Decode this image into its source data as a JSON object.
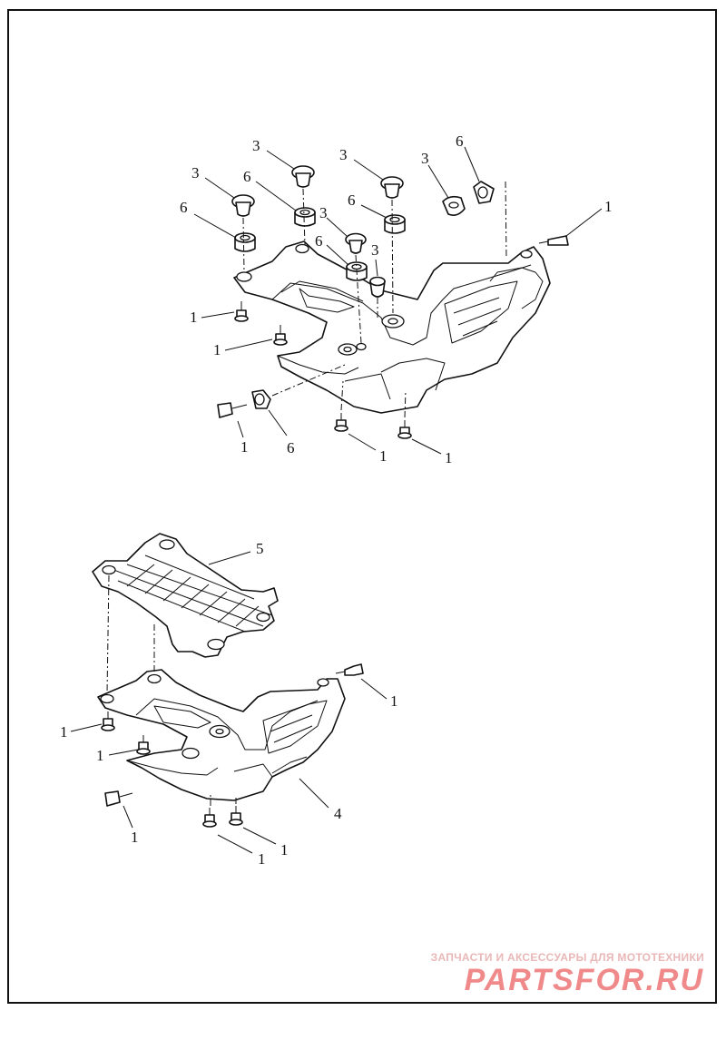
{
  "callouts": {
    "top": [
      {
        "id": "t1",
        "label": "3"
      },
      {
        "id": "t2",
        "label": "3"
      },
      {
        "id": "t3",
        "label": "3"
      },
      {
        "id": "t4",
        "label": "3"
      },
      {
        "id": "t5",
        "label": "3"
      },
      {
        "id": "t6",
        "label": "3"
      },
      {
        "id": "t7",
        "label": "6"
      },
      {
        "id": "t8",
        "label": "6"
      },
      {
        "id": "t9",
        "label": "6"
      },
      {
        "id": "t10",
        "label": "6"
      },
      {
        "id": "t11",
        "label": "6"
      },
      {
        "id": "t12",
        "label": "6"
      },
      {
        "id": "t13",
        "label": "1"
      },
      {
        "id": "t14",
        "label": "1"
      },
      {
        "id": "t15",
        "label": "1"
      },
      {
        "id": "t16",
        "label": "1"
      },
      {
        "id": "t17",
        "label": "1"
      },
      {
        "id": "t18",
        "label": "1"
      }
    ],
    "bottom": [
      {
        "id": "b1",
        "label": "5"
      },
      {
        "id": "b2",
        "label": "1"
      },
      {
        "id": "b3",
        "label": "1"
      },
      {
        "id": "b4",
        "label": "1"
      },
      {
        "id": "b5",
        "label": "1"
      },
      {
        "id": "b6",
        "label": "4"
      },
      {
        "id": "b7",
        "label": "1"
      },
      {
        "id": "b8",
        "label": "1"
      }
    ]
  },
  "watermark": {
    "tagline": "ЗАПЧАСТИ И АКСЕССУАРЫ ДЛЯ МОТОТЕХНИКИ",
    "brand": "PARTSFOR.RU",
    "color": "#f08a8a"
  }
}
